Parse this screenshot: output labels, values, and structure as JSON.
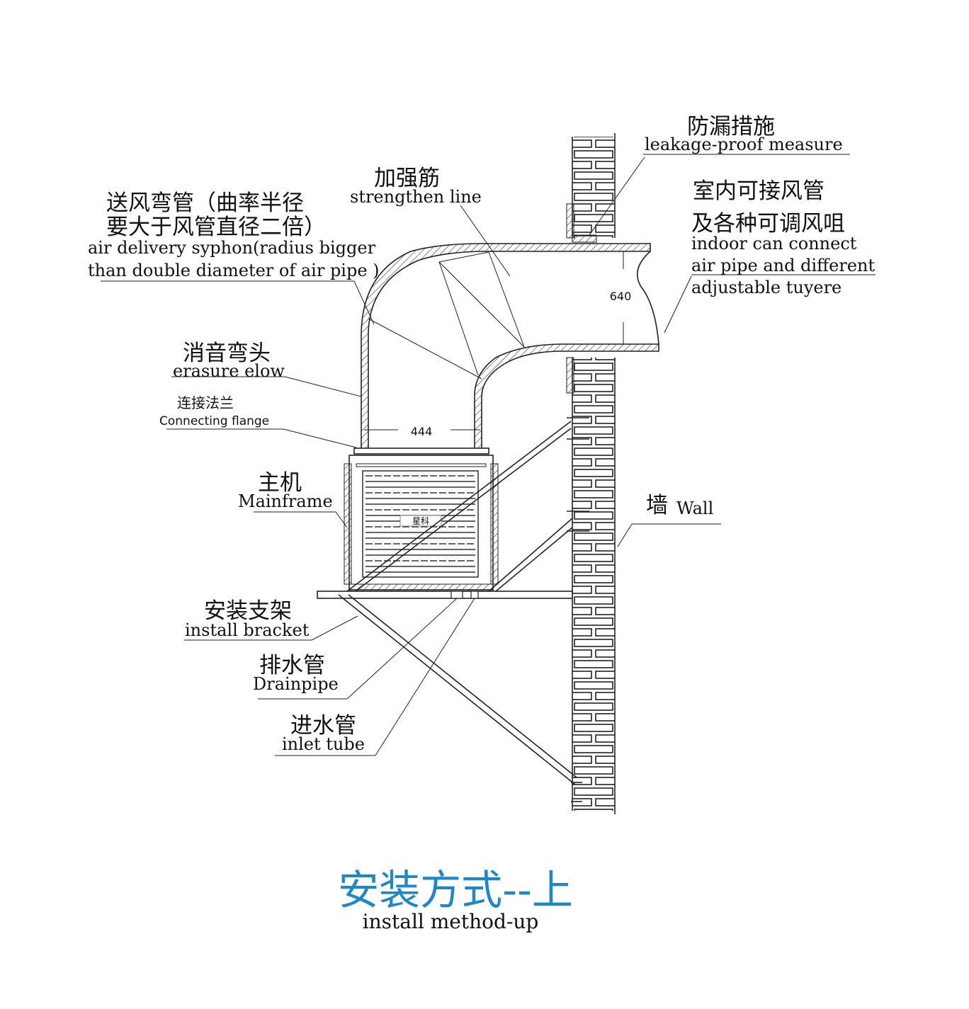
{
  "labels": {
    "leakage_zh": "防漏措施",
    "leakage_en": "leakage-proof measure",
    "indoor_zh_1": "室内可接风管",
    "indoor_zh_2": "及各种可调风咀",
    "indoor_en_1": "indoor can connect",
    "indoor_en_2": "air pipe and different",
    "indoor_en_3": "adjustable tuyere",
    "strengthen_zh": "加强筋",
    "strengthen_en": "strengthen line",
    "syphon_zh_1": "送风弯管（曲率半径",
    "syphon_zh_2": "要大于风管直径二倍）",
    "syphon_en_1": "air delivery syphon(radius bigger",
    "syphon_en_2": "than double diameter of air pipe )",
    "erasure_zh": "消音弯头",
    "erasure_en": "erasure elow",
    "flange_zh": "连接法兰",
    "flange_en": "Connecting flange",
    "mainframe_zh": "主机",
    "mainframe_en": "Mainframe",
    "brand": "星科",
    "wall_zh": "墙",
    "wall_en": "Wall",
    "bracket_zh": "安装支架",
    "bracket_en": "install bracket",
    "drain_zh": "排水管",
    "drain_en": "Drainpipe",
    "inlet_zh": "进水管",
    "inlet_en": "inlet tube"
  },
  "dimensions": {
    "duct_height": "640",
    "duct_width": "444"
  },
  "title": {
    "zh": "安装方式--上",
    "en": "install method-up",
    "color": "#1f86c8"
  }
}
